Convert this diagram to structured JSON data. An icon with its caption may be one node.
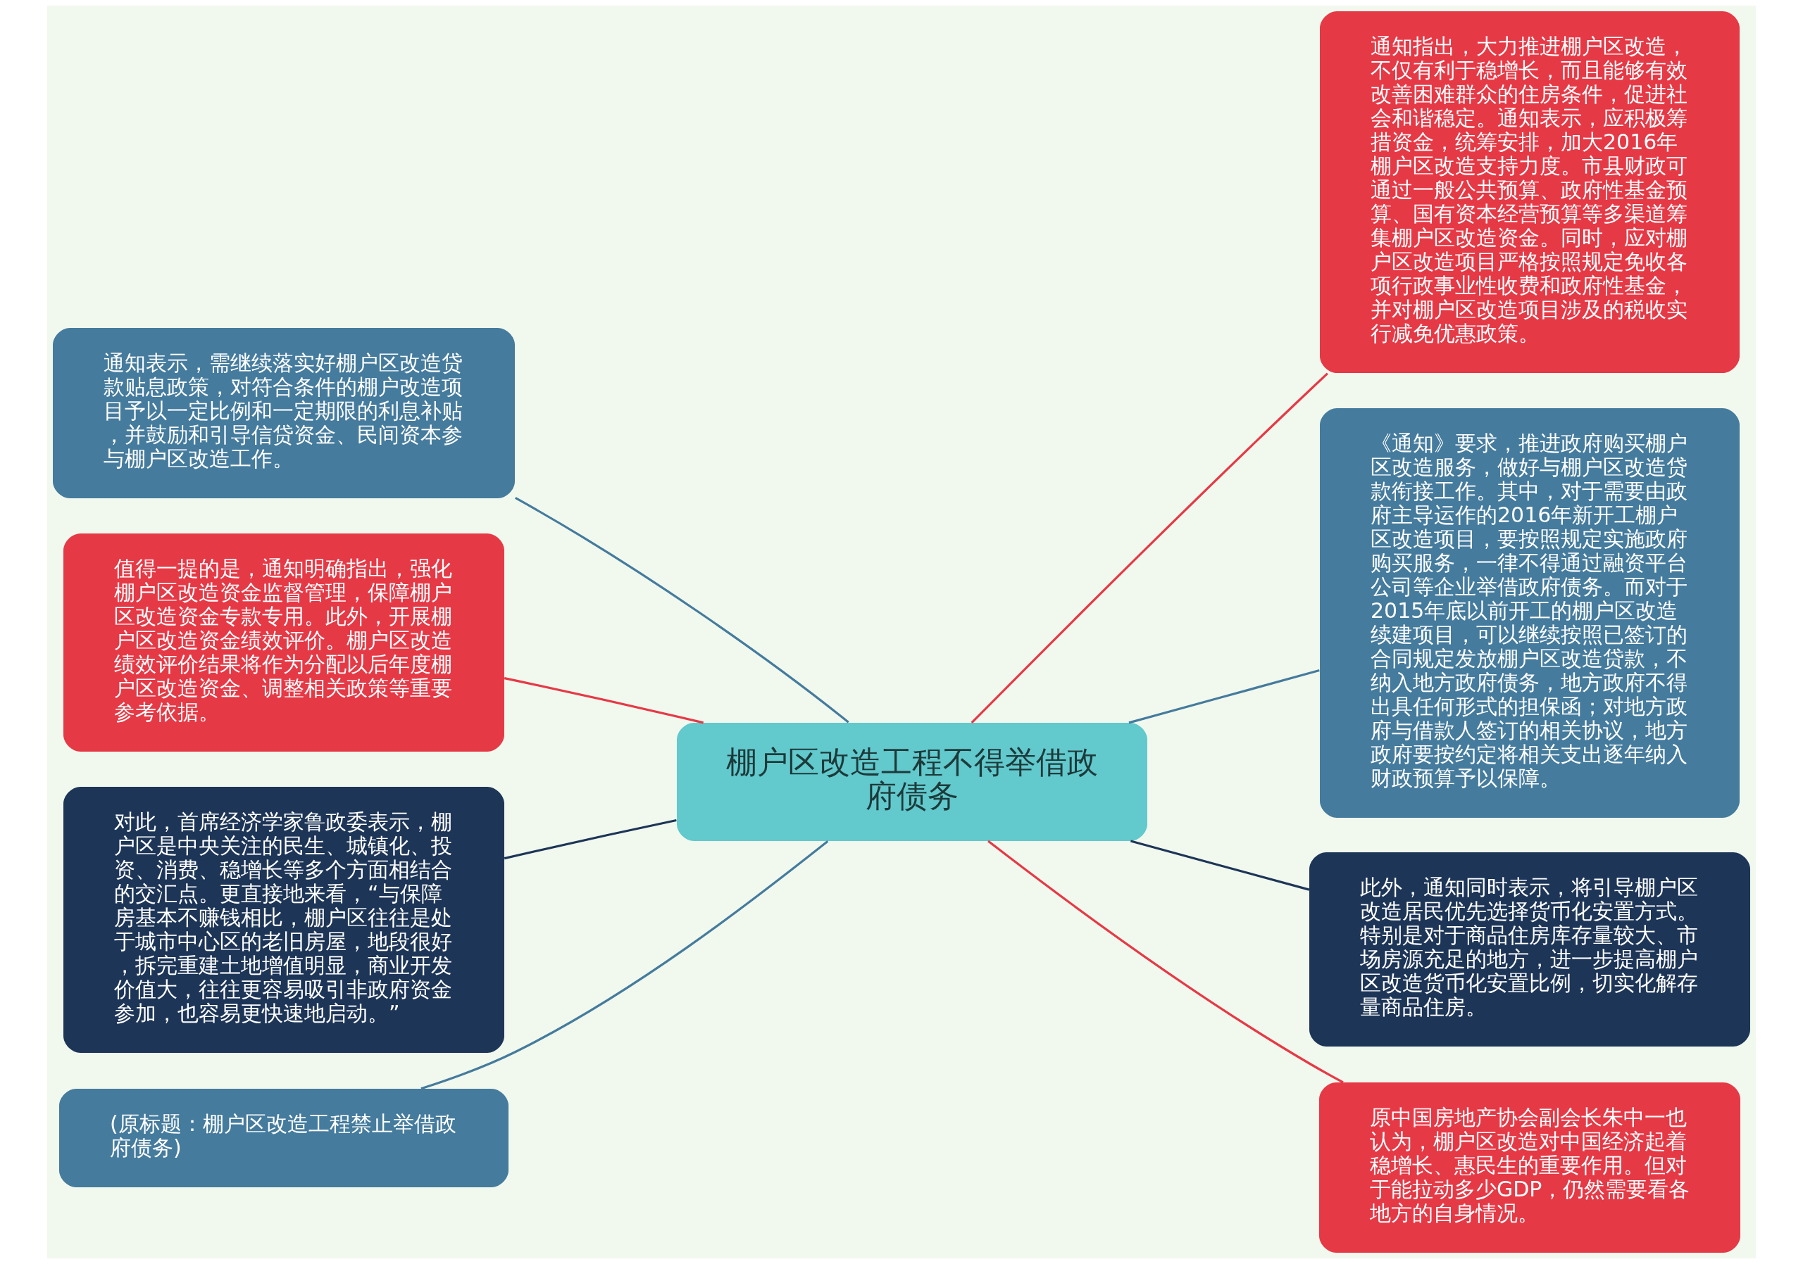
{
  "diagram": {
    "nodes": [
      {
        "text": [
          "棚户区改造工程不得举借政府债务"
        ]
      },
      {
        "text": [
          "通知表示，需继续落实好棚户区改造贷款贴息政策，对符合条件的棚户改造项目予以一定比例和一定期限的利息补贴，并鼓励和引导信贷资金、民间资本参与棚户区改造工作。"
        ]
      },
      {
        "text": [
          "值得一提的是，通知明确指出，强化棚户区改造资金监督管理，保障棚户区改造资金专款专用。此外，开展棚户区改造资金绩效评价。棚户区改造绩效评价结果将作为分配以后年度棚户区改造资金、调整相关政策等重要参考依据。"
        ]
      },
      {
        "text": [
          "对此，首席经济学家鲁政委表示，棚户区是中央关注的民生、城镇化、投资、消费、稳增长等多个方面相结合的交汇点。更直接地来看，“与保障房基本不赚钱相比，棚户区往往是处于城市中心区的老旧房屋，地段很好，拆完重建土地增值明显，商业开发价值大，往往更容易吸引非政府资金参加，也容易更快速地启动。”"
        ]
      },
      {
        "text": [
          "(原标题：棚户区改造工程禁止举借政府债务)"
        ]
      },
      {
        "text": [
          "通知指出，大力推进棚户区改造，不仅有利于稳增长，而且能够有效改善困难群众的住房条件，促进社会和谐稳定。通知表示，应积极筹措资金，统筹安排，加大2016年棚户区改造支持力度。市县财政可通过一般公共预算、政府性基金预算、国有资本经营预算等多渠道筹集棚户区改造资金。同时，应对棚户区改造项目严格按照规定免收各项行政事业性收费和政府性基金，并对棚户区改造项目涉及的税收实行减免优惠政策。"
        ]
      },
      {
        "text": [
          "《通知》要求，推进政府购买棚户区改造服务，做好与棚户区改造贷款衔接工作。其中，对于需要由政府主导运作的2016年新开工棚户区改造项目，要按照规定实施政府购买服务，一律不得通过融资平台公司等企业举借政府债务。而对于2015年底以前开工的棚户区改造续建项目，可以继续按照已签订的合同规定发放棚户区改造贷款，不纳入地方政府债务，地方政府不得出具任何形式的担保函；对地方政府与借款人签订的相关协议，地方政府要按约定将相关支出逐年纳入财政预算予以保障。"
        ]
      },
      {
        "text": [
          "此外，通知同时表示，将引导棚户区改造居民优先选择货币化安置方式。特别是对于商品住房库存量较大、市场房源充足的地方，进一步提高棚户区改造货币化安置比例，切实化解存量商品住房。"
        ]
      },
      {
        "text": [
          "原中国房地产协会副会长朱中一也认为，棚户区改造对中国经济起着稳增长、惠民生的重要作用。但对于能拉动多少GDP，仍然需要看各地方的自身情况。"
        ]
      }
    ],
    "edges": [
      {
        "from": 0,
        "to": 1,
        "arrow": "none",
        "color": "#457b9d"
      },
      {
        "from": 0,
        "to": 2,
        "arrow": "none",
        "color": "#e63946"
      },
      {
        "from": 0,
        "to": 3,
        "arrow": "none",
        "color": "#1d3557"
      },
      {
        "from": 0,
        "to": 4,
        "arrow": "none",
        "color": "#457b9d"
      },
      {
        "from": 0,
        "to": 5,
        "arrow": "none",
        "color": "#e63946"
      },
      {
        "from": 0,
        "to": 6,
        "arrow": "none",
        "color": "#457b9d"
      },
      {
        "from": 0,
        "to": 7,
        "arrow": "none",
        "color": "#1d3557"
      },
      {
        "from": 0,
        "to": 8,
        "arrow": "none",
        "color": "#e63946"
      }
    ]
  }
}
